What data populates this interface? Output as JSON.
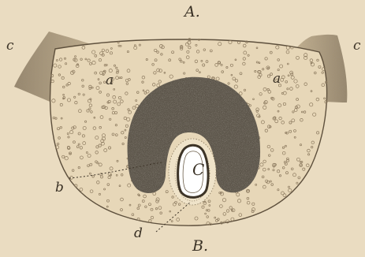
{
  "figure": {
    "labels": {
      "A": "A.",
      "B": "B.",
      "C": "C",
      "a_left": "a",
      "a_right": "a",
      "b": "b",
      "c_left": "c",
      "c_right": "c",
      "d": "d"
    },
    "colors": {
      "paper": "#eadcc1",
      "section_fill": "#e6d6b6",
      "stipple": "#8c7a5f",
      "dark_mass": "#5a5347",
      "ink": "#3b3226"
    }
  }
}
